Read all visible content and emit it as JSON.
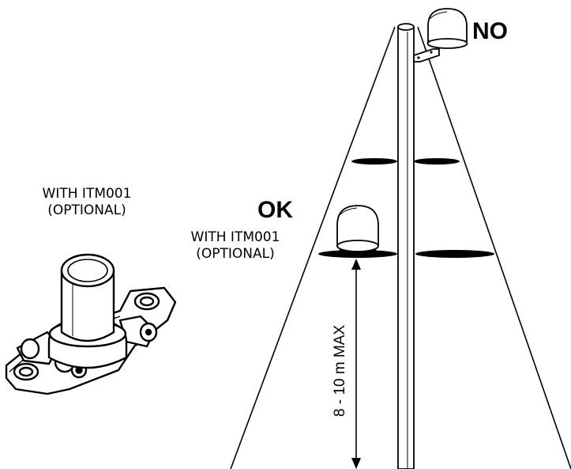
{
  "labels": {
    "no": "NO",
    "ok": "OK",
    "with_itm001": "WITH ITM001",
    "optional": "(OPTIONAL)",
    "height": "8 - 10  m MAX"
  },
  "colors": {
    "stroke": "#000000",
    "background": "#ffffff"
  },
  "icons": [
    "pole",
    "detector-dome-mounted-bracket",
    "detector-dome-mounted-top",
    "itm001-mounting-base",
    "height-arrow"
  ]
}
